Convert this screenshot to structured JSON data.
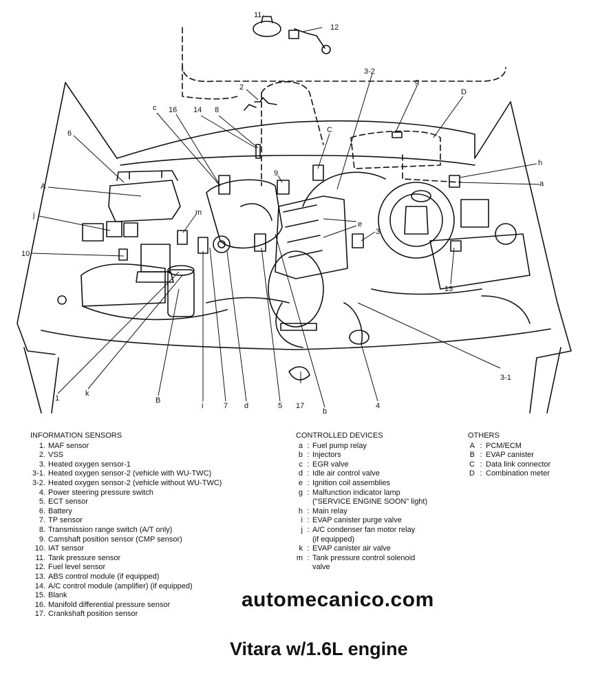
{
  "diagram": {
    "callouts": [
      "11",
      "12",
      "2",
      "3-2",
      "g",
      "D",
      "c",
      "16",
      "14",
      "8",
      "C",
      "6",
      "h",
      "a",
      "9",
      "A",
      "m",
      "e",
      "j",
      "3",
      "10",
      "13",
      "3-1",
      "1",
      "k",
      "B",
      "i",
      "7",
      "d",
      "5",
      "17",
      "b",
      "4"
    ]
  },
  "legend": {
    "info": {
      "title": "INFORMATION SENSORS",
      "items": [
        {
          "k": "1.",
          "t": "MAF sensor"
        },
        {
          "k": "2.",
          "t": "VSS"
        },
        {
          "k": "3.",
          "t": "Heated oxygen sensor-1"
        },
        {
          "k": "3-1.",
          "t": "Heated oxygen sensor-2 (vehicle with WU-TWC)"
        },
        {
          "k": "3-2.",
          "t": "Heated oxygen sensor-2 (vehicle without WU-TWC)"
        },
        {
          "k": "4.",
          "t": "Power steering pressure switch"
        },
        {
          "k": "5.",
          "t": "ECT sensor"
        },
        {
          "k": "6.",
          "t": "Battery"
        },
        {
          "k": "7.",
          "t": "TP sensor"
        },
        {
          "k": "8.",
          "t": "Transmission range switch (A/T only)"
        },
        {
          "k": "9.",
          "t": "Camshaft position sensor (CMP sensor)"
        },
        {
          "k": "10.",
          "t": "IAT sensor"
        },
        {
          "k": "11.",
          "t": "Tank pressure sensor"
        },
        {
          "k": "12.",
          "t": "Fuel level sensor"
        },
        {
          "k": "13.",
          "t": "ABS control module (if equipped)"
        },
        {
          "k": "14.",
          "t": "A/C control module (amplifier) (if equipped)"
        },
        {
          "k": "15.",
          "t": "Blank"
        },
        {
          "k": "16.",
          "t": "Manifold differential pressure sensor"
        },
        {
          "k": "17.",
          "t": "Crankshaft position sensor"
        }
      ]
    },
    "controlled": {
      "title": "CONTROLLED DEVICES",
      "items": [
        {
          "k": "a",
          "t": "Fuel pump relay",
          "c": ""
        },
        {
          "k": "b",
          "t": "Injectors",
          "c": ""
        },
        {
          "k": "c",
          "t": "EGR valve",
          "c": ""
        },
        {
          "k": "d",
          "t": "Idle air control valve",
          "c": ""
        },
        {
          "k": "e",
          "t": "Ignition coil assemblies",
          "c": ""
        },
        {
          "k": "g",
          "t": "Malfunction indicator lamp",
          "c": "(\"SERVICE ENGINE SOON\" light)"
        },
        {
          "k": "h",
          "t": "Main relay",
          "c": ""
        },
        {
          "k": "i",
          "t": "EVAP canister purge valve",
          "c": ""
        },
        {
          "k": "j",
          "t": "A/C condenser fan motor relay",
          "c": "(if equipped)"
        },
        {
          "k": "k",
          "t": "EVAP canister air valve",
          "c": ""
        },
        {
          "k": "m",
          "t": "Tank pressure control solenoid",
          "c": "valve"
        }
      ]
    },
    "others": {
      "title": "OTHERS",
      "items": [
        {
          "k": "A",
          "t": "PCM/ECM"
        },
        {
          "k": "B",
          "t": "EVAP canister"
        },
        {
          "k": "C",
          "t": "Data link connector"
        },
        {
          "k": "D",
          "t": "Combination meter"
        }
      ]
    }
  },
  "site": "automecanico.com",
  "caption": "Vitara w/1.6L engine"
}
